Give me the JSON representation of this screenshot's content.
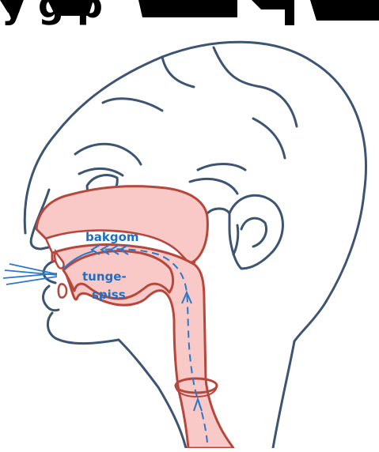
{
  "title_fragment": "y                      g   p",
  "labels": {
    "bakgom": "bakgom",
    "tunge_line1": "tunge-",
    "tunge_line2": "spiss"
  },
  "colors": {
    "outline": "#3d5572",
    "tract_fill": "#f8c9c6",
    "tract_stroke": "#b5473d",
    "airflow": "#2b78c8",
    "label": "#1f6fc2",
    "background": "#ffffff"
  }
}
